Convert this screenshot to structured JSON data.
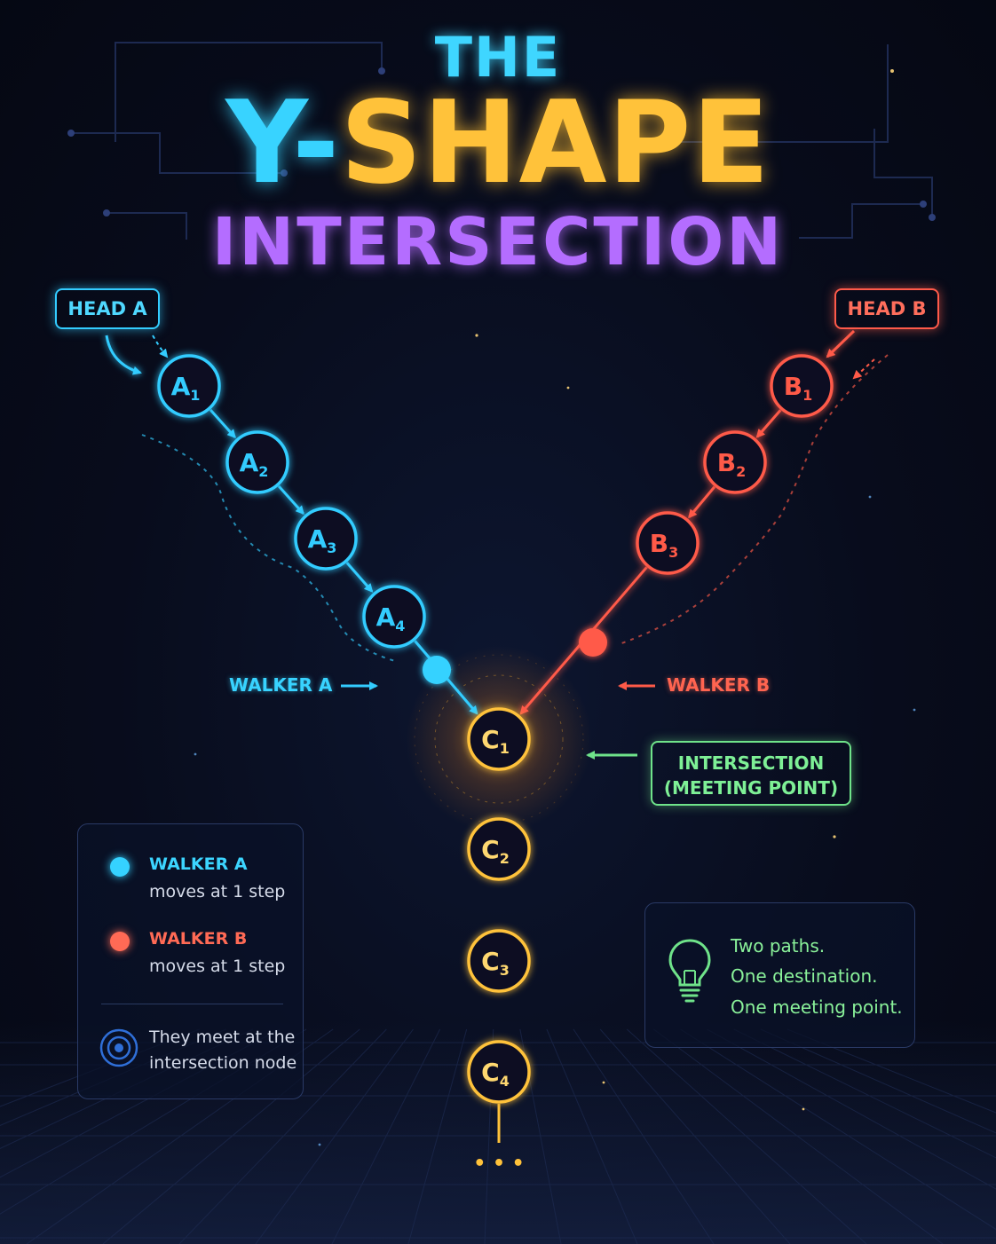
{
  "title": {
    "line1": "THE",
    "line2_part1": "Y-",
    "line2_part2": "SHAPE",
    "line3": "INTERSECTION"
  },
  "heads": {
    "a": "HEAD A",
    "b": "HEAD B"
  },
  "nodes": {
    "a": [
      {
        "letter": "A",
        "index": "1"
      },
      {
        "letter": "A",
        "index": "2"
      },
      {
        "letter": "A",
        "index": "3"
      },
      {
        "letter": "A",
        "index": "4"
      }
    ],
    "b": [
      {
        "letter": "B",
        "index": "1"
      },
      {
        "letter": "B",
        "index": "2"
      },
      {
        "letter": "B",
        "index": "3"
      }
    ],
    "c": [
      {
        "letter": "C",
        "index": "1"
      },
      {
        "letter": "C",
        "index": "2"
      },
      {
        "letter": "C",
        "index": "3"
      },
      {
        "letter": "C",
        "index": "4"
      }
    ],
    "continuation": "• • •"
  },
  "walkers": {
    "a_label": "WALKER A",
    "b_label": "WALKER B"
  },
  "intersection": {
    "line1": "INTERSECTION",
    "line2": "(MEETING POINT)"
  },
  "legend": {
    "walker_a": {
      "name": "WALKER A",
      "desc": "moves at 1 step"
    },
    "walker_b": {
      "name": "WALKER B",
      "desc": "moves at 1 step"
    },
    "meet_line1": "They meet at the",
    "meet_line2": "intersection node"
  },
  "quote": {
    "line1": "Two paths.",
    "line2": "One destination.",
    "line3": "One meeting point."
  },
  "colors": {
    "path_a": "#33ccff",
    "path_b": "#ff5a48",
    "shared": "#ffc23a",
    "intersection_label": "#6fe38a",
    "title_purple": "#b46dff",
    "background": "#070b1a"
  }
}
